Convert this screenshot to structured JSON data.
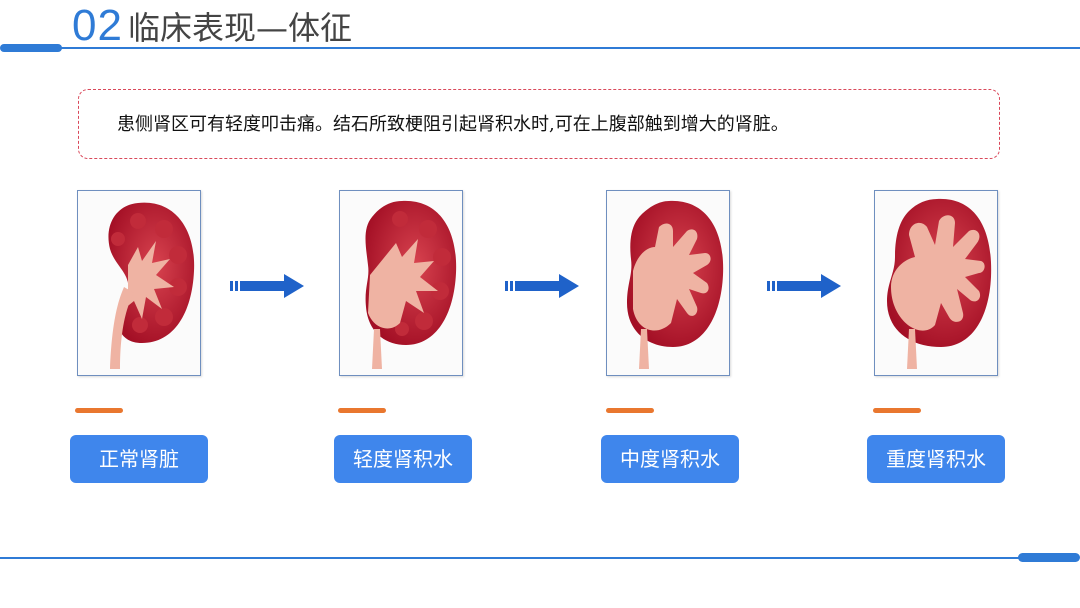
{
  "header": {
    "section_number": "02",
    "title": "临床表现—体征"
  },
  "note": {
    "text": "患侧肾区可有轻度叩击痛。结石所致梗阻引起肾积水时,可在上腹部触到增大的肾脏。"
  },
  "stages": [
    {
      "label": "正常肾脏"
    },
    {
      "label": "轻度肾积水"
    },
    {
      "label": "中度肾积水"
    },
    {
      "label": "重度肾积水"
    }
  ],
  "colors": {
    "accent_blue": "#2f7bd6",
    "button_blue": "#3f86ec",
    "accent_orange": "#e9772f",
    "kidney_red": "#b3122a",
    "pelvis_pink": "#efb3a3",
    "note_border": "#d9485a"
  },
  "icons": {
    "arrow": "right-arrow-icon"
  }
}
